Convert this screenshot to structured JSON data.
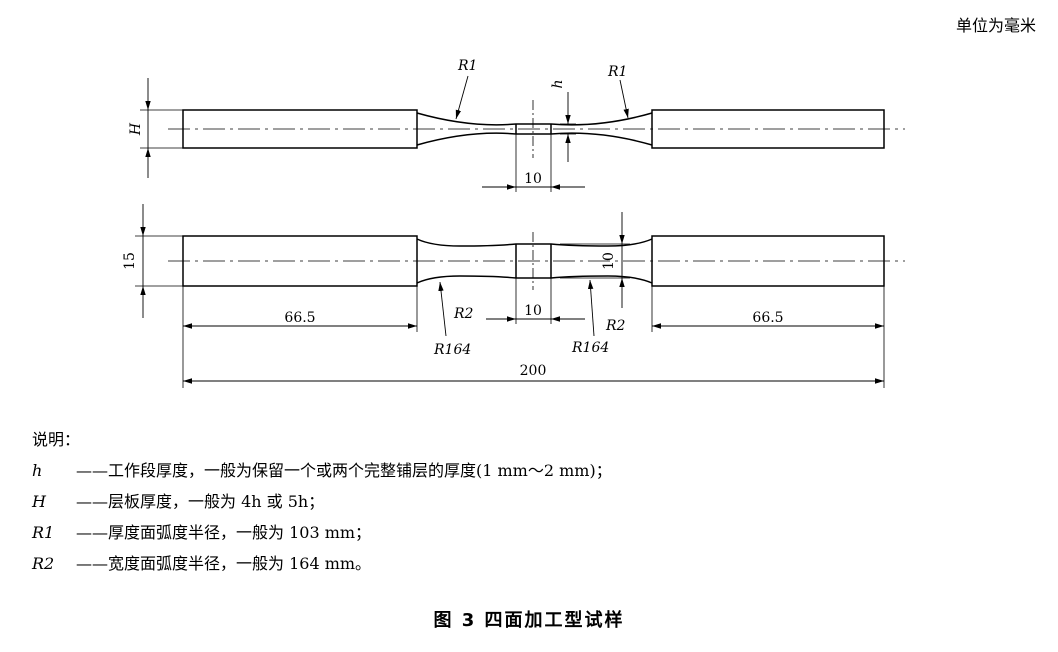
{
  "unit_note": "单位为毫米",
  "top_view": {
    "labels": {
      "H": "H",
      "h": "h",
      "r1_left": "R1",
      "r1_right": "R1"
    },
    "dims": {
      "center": "10"
    }
  },
  "side_view": {
    "labels": {
      "r2_left": "R2",
      "r2_right": "R2",
      "r164_left": "R164",
      "r164_right": "R164"
    },
    "dims": {
      "width": "15",
      "inner": "10",
      "center": "10",
      "grip_left": "66.5",
      "grip_right": "66.5",
      "total": "200"
    }
  },
  "notes": {
    "title": "说明：",
    "items": [
      {
        "symbol": "h",
        "text": "——工作段厚度，一般为保留一个或两个完整铺层的厚度(1 mm～2 mm)；"
      },
      {
        "symbol": "H",
        "text": "——层板厚度，一般为 4h 或 5h；"
      },
      {
        "symbol": "R1",
        "text": "——厚度面弧度半径，一般为 103 mm；"
      },
      {
        "symbol": "R2",
        "text": "——宽度面弧度半径，一般为 164 mm。"
      }
    ]
  },
  "caption": "图 3   四面加工型试样"
}
